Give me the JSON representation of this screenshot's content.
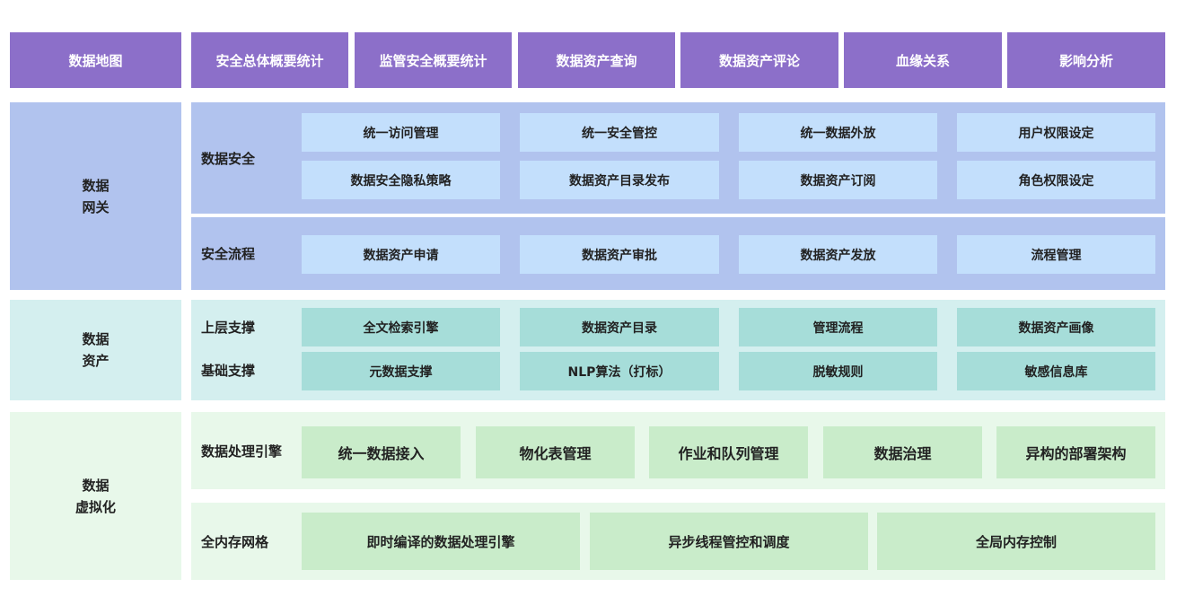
{
  "top_bar": {
    "items": [
      "数据地图",
      "安全总体概要统计",
      "监管安全概要统计",
      "数据资产查询",
      "数据资产评论",
      "血缘关系",
      "影响分析"
    ]
  },
  "gateway": {
    "side_label": "数据\n网关",
    "security": {
      "label": "数据安全",
      "row1": [
        "统一访问管理",
        "统一安全管控",
        "统一数据外放",
        "用户权限设定"
      ],
      "row2": [
        "数据安全隐私策略",
        "数据资产目录发布",
        "数据资产订阅",
        "角色权限设定"
      ]
    },
    "process": {
      "label": "安全流程",
      "items": [
        "数据资产申请",
        "数据资产审批",
        "数据资产发放",
        "流程管理"
      ]
    }
  },
  "assets": {
    "side_label": "数据\n资产",
    "upper": {
      "label": "上层支撑",
      "items": [
        "全文检索引擎",
        "数据资产目录",
        "管理流程",
        "数据资产画像"
      ]
    },
    "base": {
      "label": "基础支撑",
      "items": [
        "元数据支撑",
        "NLP算法（打标）",
        "脱敏规则",
        "敏感信息库"
      ]
    }
  },
  "virtualization": {
    "side_label": "数据\n虚拟化",
    "engine": {
      "label": "数据处理引擎",
      "items": [
        "统一数据接入",
        "物化表管理",
        "作业和队列管理",
        "数据治理",
        "异构的部署架构"
      ]
    },
    "memory": {
      "label": "全内存网格",
      "items": [
        "即时编译的数据处理引擎",
        "异步线程管控和调度",
        "全局内存控制"
      ]
    }
  },
  "colors": {
    "top": "#8c6fc9",
    "gateway_bg": "#b1c3ee",
    "gateway_cell": "#c3dffc",
    "assets_bg": "#d4efef",
    "assets_cell": "#a6ddd9",
    "virt_bg": "#e8f8ea",
    "virt_cell": "#c9ecca"
  }
}
